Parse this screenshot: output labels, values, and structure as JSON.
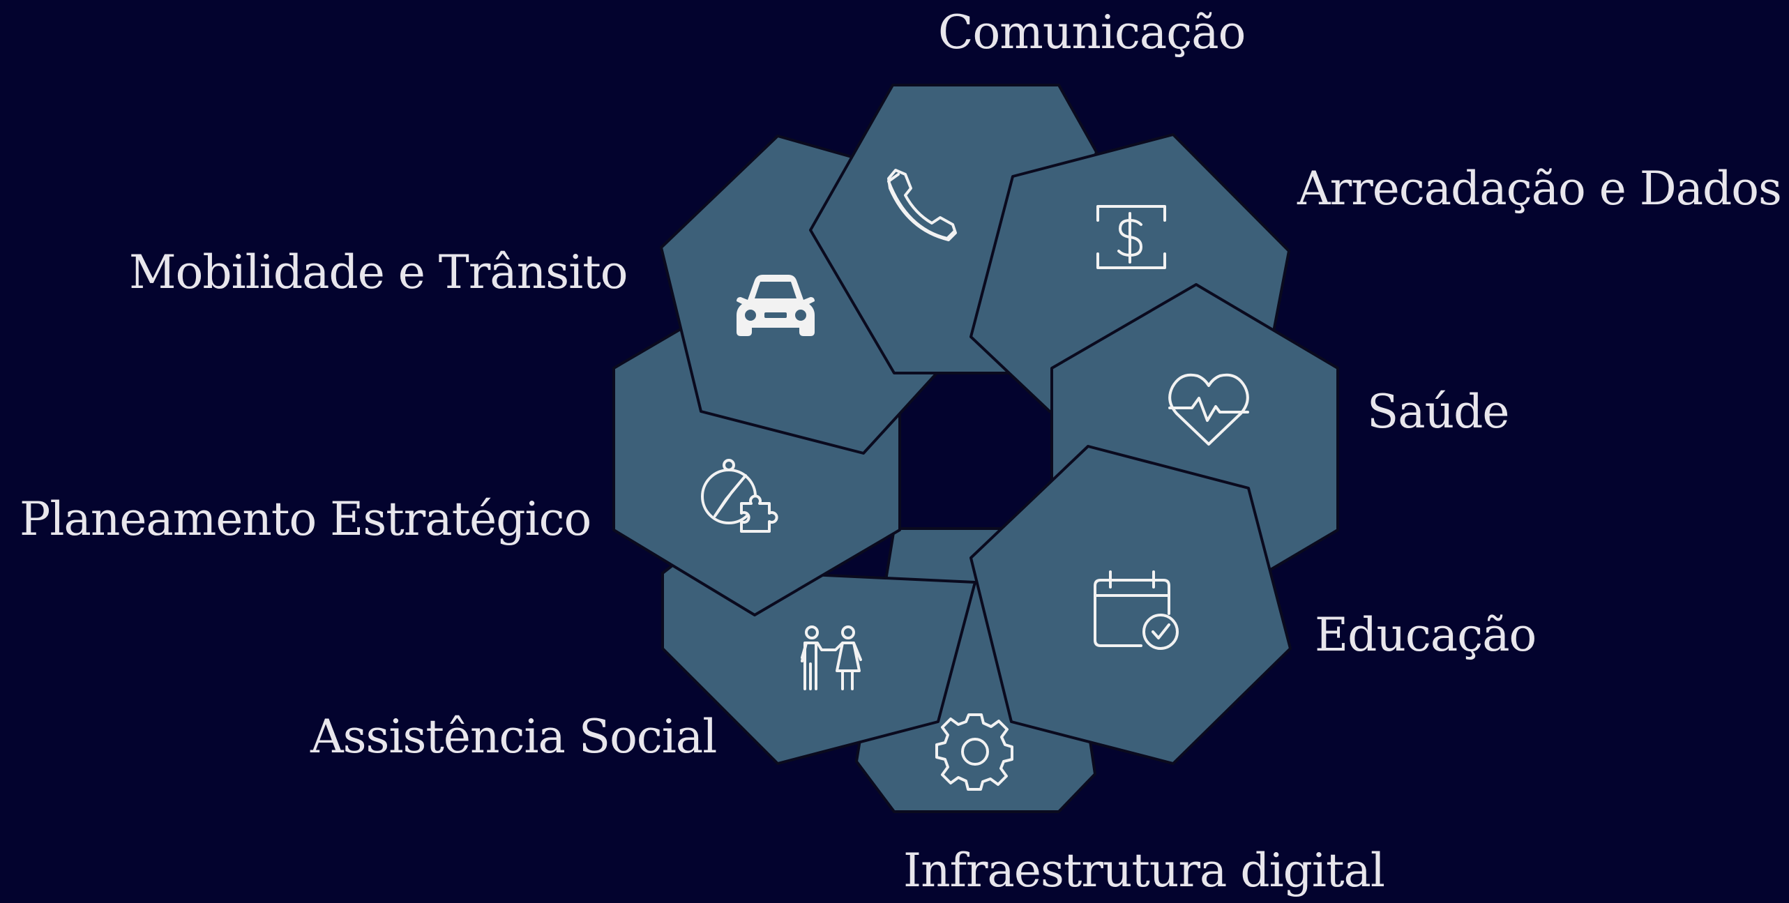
{
  "diagram": {
    "title": "",
    "segments": [
      {
        "label": "Comunicação",
        "icon": "phone-icon"
      },
      {
        "label": "Arrecadação e Dados",
        "icon": "dollar-icon"
      },
      {
        "label": "Saúde",
        "icon": "heart-pulse-icon"
      },
      {
        "label": "Educação",
        "icon": "calendar-check-icon"
      },
      {
        "label": "Infraestrutura digital",
        "icon": "gear-icon"
      },
      {
        "label": "Assistência Social",
        "icon": "people-icon"
      },
      {
        "label": "Planeamento Estratégico",
        "icon": "compass-puzzle-icon"
      },
      {
        "label": "Mobilidade e Trânsito",
        "icon": "car-icon"
      }
    ]
  },
  "colors": {
    "background": "#03032e",
    "segment_fill": "#3d6079",
    "segment_stroke": "#0a0a1e",
    "text": "#e8e6ec",
    "icon": "#f2f2f2"
  }
}
